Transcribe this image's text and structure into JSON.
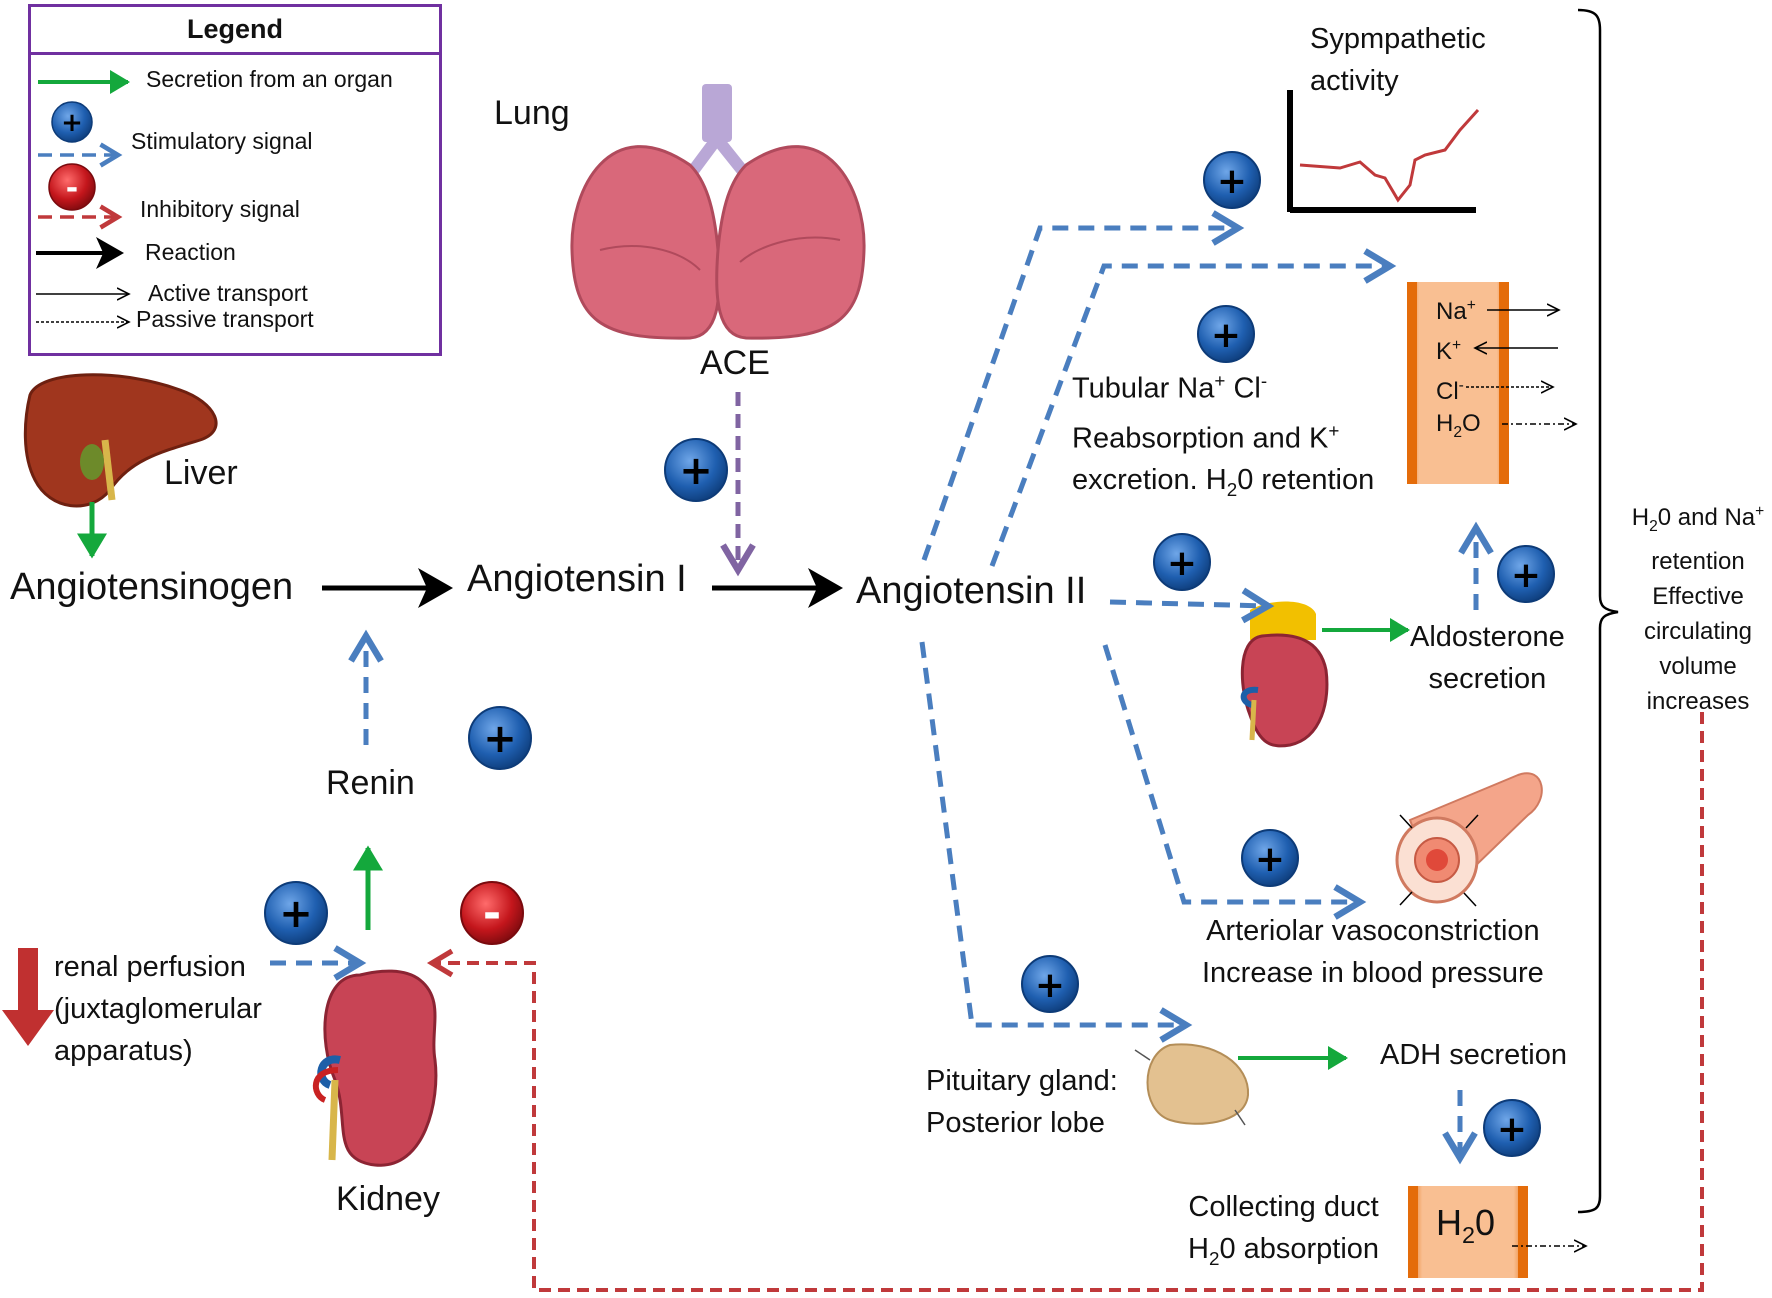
{
  "legend": {
    "title": "Legend",
    "secretion": "Secretion from an organ",
    "stimulatory": "Stimulatory signal",
    "inhibitory": "Inhibitory signal",
    "reaction": "Reaction",
    "active": "Active transport",
    "passive": "Passive transport"
  },
  "organs": {
    "lung": "Lung",
    "liver": "Liver",
    "kidney": "Kidney",
    "ace": "ACE"
  },
  "cascade": {
    "angiotensinogen": "Angiotensinogen",
    "angiotensin_i": "Angiotensin I",
    "angiotensin_ii": "Angiotensin II",
    "renin": "Renin"
  },
  "renal": {
    "line1": "renal perfusion",
    "line2": "(juxtaglomerular",
    "line3": "apparatus)"
  },
  "effects": {
    "sympathetic_1": "Sypmpathetic",
    "sympathetic_2": "activity",
    "tubular_1a": "Tubular Na",
    "tubular_1b": " Cl",
    "tubular_2a": "Reabsorption and K",
    "tubular_3a": "excretion. H",
    "tubular_3b": "0 retention",
    "aldosterone_1": "Aldosterone",
    "aldosterone_2": "secretion",
    "vaso_1": "Arteriolar vasoconstriction",
    "vaso_2": "Increase in blood pressure",
    "pituitary_1": "Pituitary gland:",
    "pituitary_2": "Posterior lobe",
    "adh": "ADH secretion",
    "duct_1": "Collecting duct",
    "duct_2a": "H",
    "duct_2b": "0 absorption"
  },
  "tubule_ions": {
    "na": "Na",
    "k": "K",
    "cl": "Cl",
    "h2o_a": "H",
    "h2o_b": "O"
  },
  "duct_box": {
    "a": "H",
    "b": "0"
  },
  "summary": {
    "l1a": "H",
    "l1b": "0 and Na",
    "l2": "retention",
    "l3": "Effective",
    "l4": "circulating",
    "l5": "volume",
    "l6": "increases"
  },
  "symbols": {
    "plus": "+",
    "minus": "-",
    "sup_plus": "+",
    "sup_minus": "-",
    "sub_two": "2"
  },
  "colors": {
    "legend_border": "#7030a0",
    "secretion_green": "#14a83c",
    "stimulatory_blue": "#4a7ebf",
    "inhibitory_red": "#c0393b",
    "ace_purple": "#8064a2",
    "plus_circle": "#1f5fb0",
    "minus_circle": "#c4161c",
    "tubule_orange": "#f9bf92",
    "tubule_edge": "#e46c0a",
    "organ_pink": "#d9687a"
  }
}
